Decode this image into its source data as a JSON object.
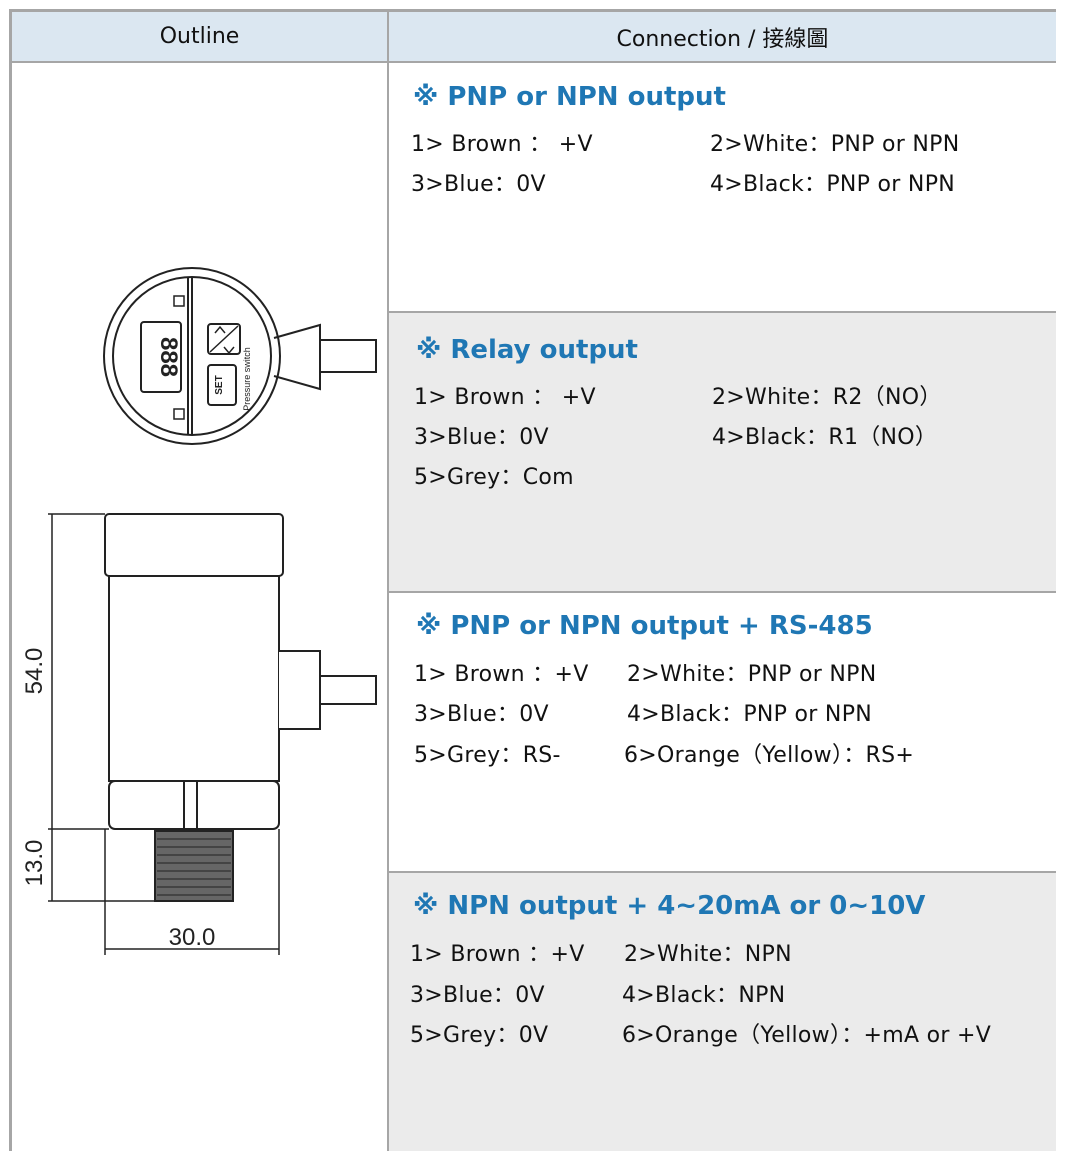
{
  "header": {
    "outline": "Outline",
    "connection": "Connection / 接線圖"
  },
  "colors": {
    "header_bg": "#dbe7f1",
    "title_blue": "#1f77b4",
    "section_gray": "#ebebeb",
    "border": "#a6a6a6"
  },
  "drawing": {
    "display_digits": "888",
    "set_label": "SET",
    "brand_text": "Pressure switch",
    "dim_height": "54.0",
    "dim_thread": "13.0",
    "dim_width": "30.0"
  },
  "sections": [
    {
      "title": "※ PNP or NPN output",
      "lines": [
        {
          "left": "1> Brown ： +V",
          "right": "2>White：PNP or NPN"
        },
        {
          "left": "3>Blue：0V",
          "right": "4>Black：PNP or NPN"
        }
      ]
    },
    {
      "title": "※ Relay output",
      "lines": [
        {
          "left": "1> Brown ： +V",
          "right": "2>White：R2（NO）"
        },
        {
          "left": "3>Blue：0V",
          "right": "4>Black：R1（NO）"
        },
        {
          "left": "5>Grey：Com",
          "right": ""
        }
      ]
    },
    {
      "title": "※ PNP or NPN output + RS-485",
      "lines": [
        {
          "left": "1> Brown ：+V",
          "right": "2>White：PNP or NPN"
        },
        {
          "left": "3>Blue：0V",
          "right": "4>Black：PNP or NPN"
        },
        {
          "left": "5>Grey：RS-",
          "right": "6>Orange（Yellow）：RS+"
        }
      ]
    },
    {
      "title": "※ NPN output + 4~20mA or 0~10V",
      "lines": [
        {
          "left": "1> Brown ：+V",
          "right": "2>White：NPN"
        },
        {
          "left": "3>Blue：0V",
          "right": "4>Black：NPN"
        },
        {
          "left": "5>Grey：0V",
          "right": "6>Orange（Yellow）：+mA or +V"
        }
      ]
    }
  ]
}
